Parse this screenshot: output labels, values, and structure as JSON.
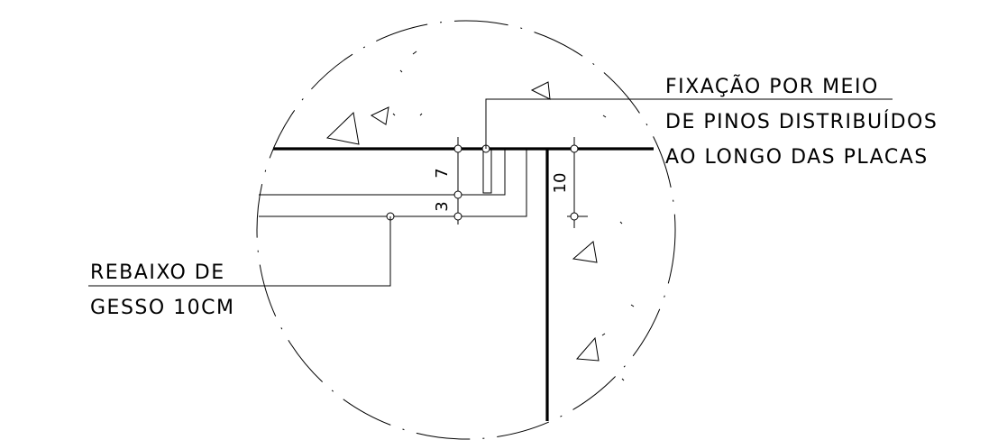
{
  "labels": {
    "fixacao": [
      "FIXAÇÃO POR MEIO",
      "DE PINOS DISTRIBUÍDOS",
      "AO LONGO DAS PLACAS"
    ],
    "rebaixo": [
      "REBAIXO DE",
      "GESSO 10CM"
    ]
  },
  "dimensions": {
    "d7": "7",
    "d3": "3",
    "d10": "10"
  }
}
